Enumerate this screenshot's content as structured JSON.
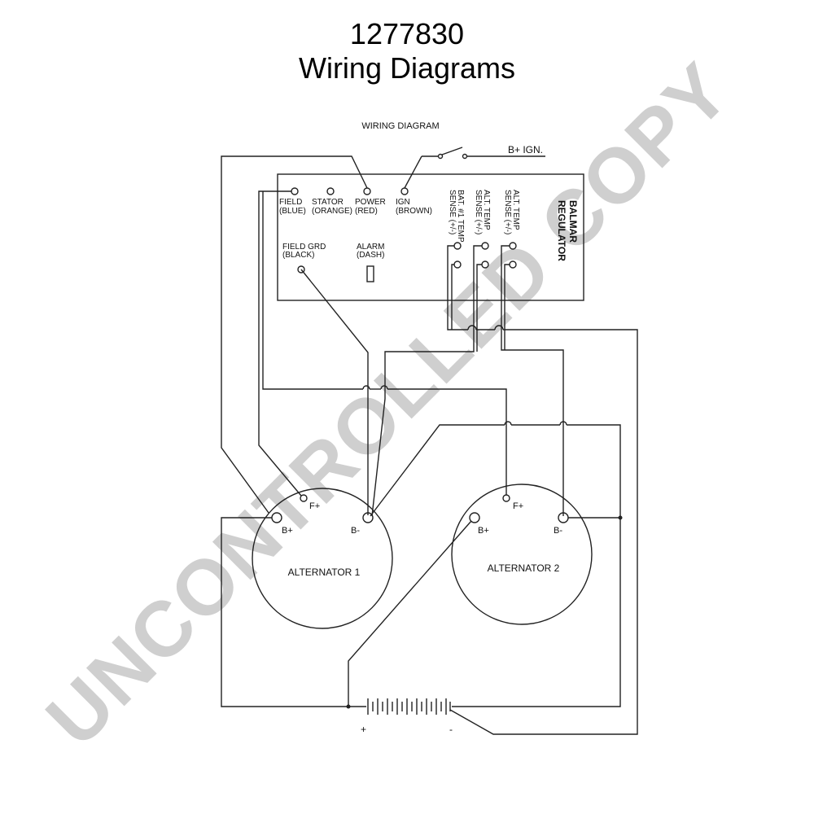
{
  "header": {
    "number": "1277830",
    "title": "Wiring Diagrams"
  },
  "diagram_caption": "WIRING DIAGRAM",
  "ignition": {
    "label": "B+ IGN."
  },
  "regulator": {
    "name_line1": "BALMAR",
    "name_line2": "REGULATOR",
    "terminals": [
      {
        "line1": "FIELD",
        "line2": "(BLUE)"
      },
      {
        "line1": "STATOR",
        "line2": "(ORANGE)"
      },
      {
        "line1": "POWER",
        "line2": "(RED)"
      },
      {
        "line1": "IGN",
        "line2": "(BROWN)"
      },
      {
        "line1": "FIELD GRD",
        "line2": "(BLACK)"
      },
      {
        "line1": "ALARM",
        "line2": "(DASH)"
      }
    ],
    "sense_terminals": [
      {
        "line1": "BAT. #1 TEMP",
        "line2": "SENSE (+/-)"
      },
      {
        "line1": "ALT. TEMP",
        "line2": "SENSE (+/-)"
      },
      {
        "line1": "ALT. TEMP",
        "line2": "SENSE (+/-)"
      }
    ]
  },
  "alternator1": {
    "name": "ALTERNATOR 1",
    "f_plus": "F+",
    "b_plus": "B+",
    "b_minus": "B-"
  },
  "alternator2": {
    "name": "ALTERNATOR 2",
    "f_plus": "F+",
    "b_plus": "B+",
    "b_minus": "B-"
  },
  "battery": {
    "plus": "+",
    "minus": "-"
  },
  "watermark": "UNCONTROLLED COPY"
}
